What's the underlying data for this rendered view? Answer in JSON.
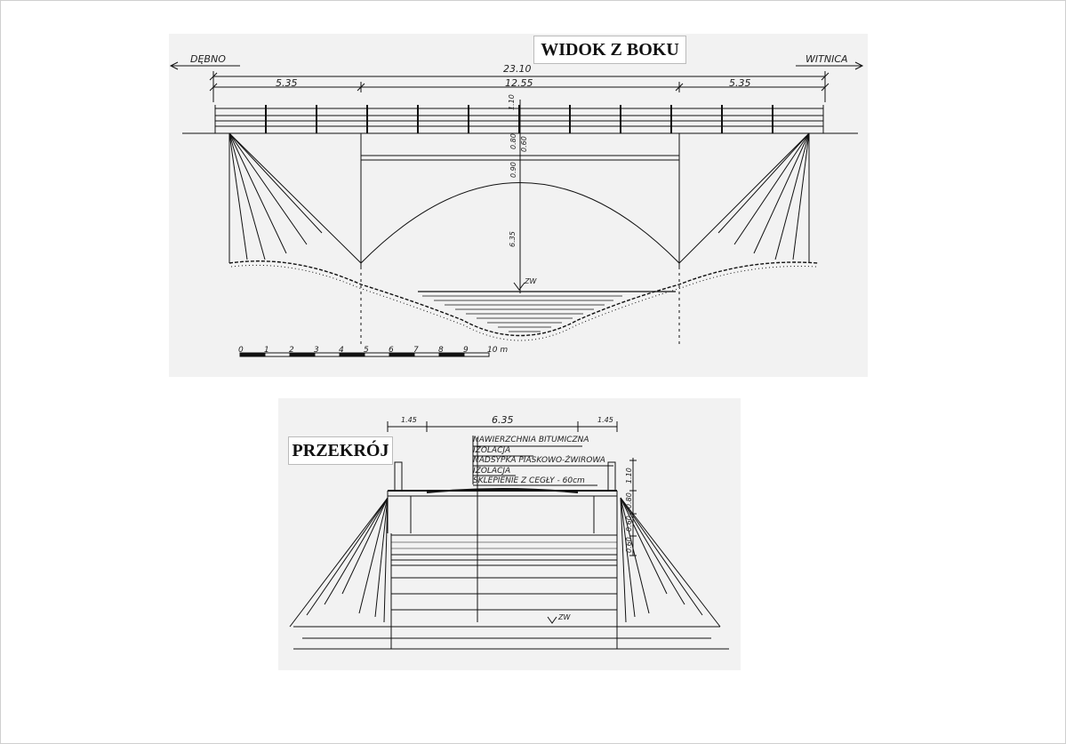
{
  "side_view": {
    "title": "WIDOK Z BOKU",
    "left_direction": "DĘBNO",
    "right_direction": "WITNICA",
    "total_length": "23.10",
    "span_left": "5.35",
    "span_mid": "12.55",
    "span_right": "5.35",
    "dim_top_1": "1.10",
    "dim_top_2": "0.80",
    "dim_top_3": "0.60",
    "dim_top_4": "0.90",
    "dim_arch": "6.35",
    "water_label": "ZW",
    "scale_ticks": [
      "0",
      "1",
      "2",
      "3",
      "4",
      "5",
      "6",
      "7",
      "8",
      "9",
      "10 m"
    ]
  },
  "cross_section": {
    "title": "PRZEKRÓJ",
    "width_left": "1.45",
    "width_mid": "6.35",
    "width_right": "1.45",
    "layers": [
      "NAWIERZCHNIA BITUMICZNA",
      "IZOLACJA",
      "NADSYPKA PIASKOWO-ŻWIROWA",
      "IZOLACJA",
      "SKLEPIENIE Z CEGŁY - 60cm"
    ],
    "dim_1": "1.10",
    "dim_2": "0.80",
    "dim_3": "0.60",
    "dim_4": "0.60",
    "water_label": "ZW"
  }
}
